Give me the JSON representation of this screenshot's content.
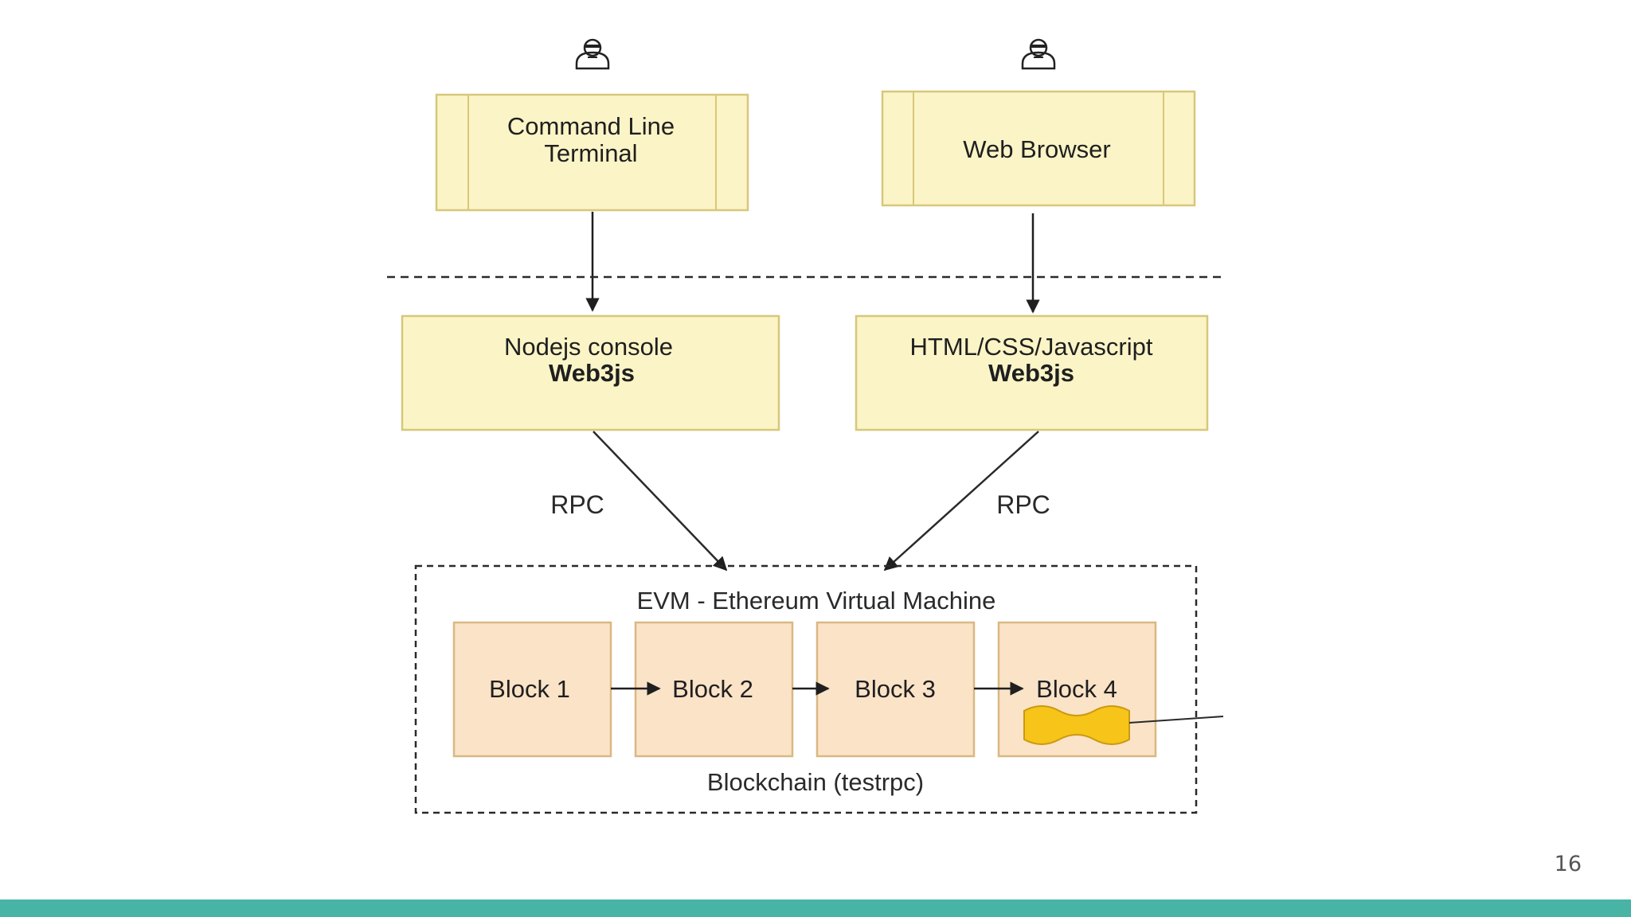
{
  "clients": [
    {
      "label_lines": [
        "Command Line",
        "Terminal"
      ]
    },
    {
      "label_lines": [
        "Web Browser"
      ]
    }
  ],
  "libraries": [
    {
      "line1": "Nodejs console",
      "line2": "Web3js"
    },
    {
      "line1": "HTML/CSS/Javascript",
      "line2": "Web3js"
    }
  ],
  "connections": {
    "left": "RPC",
    "right": "RPC"
  },
  "evm": {
    "title": "EVM - Ethereum Virtual Machine",
    "caption": "Blockchain (testrpc)",
    "blocks": [
      "Block 1",
      "Block 2",
      "Block 3",
      "Block 4"
    ]
  },
  "page_number": "16",
  "colors": {
    "box_fill": "#fbf4c6",
    "box_stroke": "#d8c77a",
    "block_fill": "#fbe3c8",
    "block_stroke": "#d9b882",
    "contract_fill": "#f7c41a",
    "accent_bar": "#48b4a6"
  },
  "icons": {
    "user": "user-icon",
    "contract": "contract-icon"
  }
}
